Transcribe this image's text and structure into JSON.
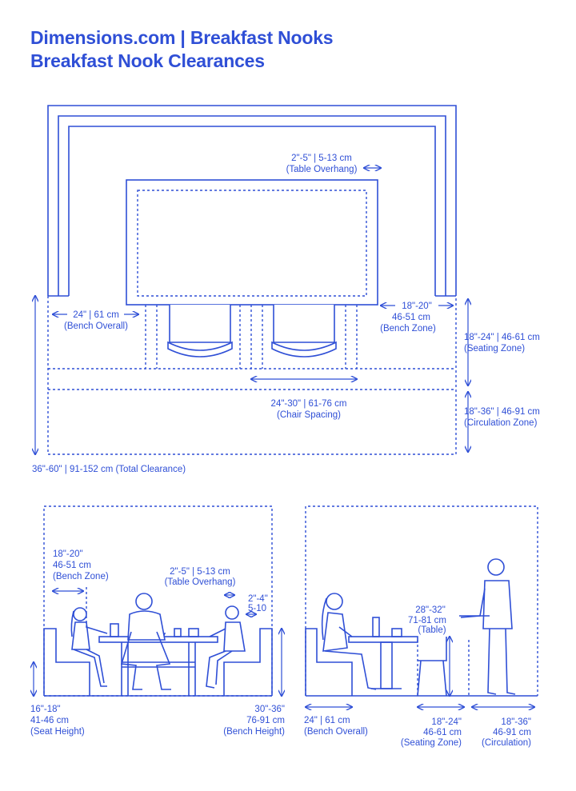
{
  "header": {
    "title": "Dimensions.com | Breakfast Nooks",
    "subtitle": "Breakfast Nook Clearances"
  },
  "plan": {
    "table_overhang": {
      "value": "2\"-5\" | 5-13 cm",
      "caption": "(Table Overhang)"
    },
    "bench_overall": {
      "value": "24\" | 61 cm",
      "caption": "(Bench Overall)"
    },
    "bench_zone": {
      "value": "18\"-20\"",
      "value_cm": "46-51 cm",
      "caption": "(Bench Zone)"
    },
    "seating_zone": {
      "value": "18\"-24\" | 46-61 cm",
      "caption": "(Seating Zone)"
    },
    "chair_spacing": {
      "value": "24\"-30\" | 61-76 cm",
      "caption": "(Chair Spacing)"
    },
    "circulation_zone": {
      "value": "18\"-36\" | 46-91 cm",
      "caption": "(Circulation Zone)"
    },
    "total_clearance": "36\"-60\" | 91-152 cm (Total Clearance)"
  },
  "front_elevation": {
    "bench_zone": {
      "value": "18\"-20\"",
      "value_cm": "46-51 cm",
      "caption": "(Bench Zone)"
    },
    "table_overhang": {
      "value": "2\"-5\" | 5-13 cm",
      "caption": "(Table Overhang)"
    },
    "small_overhang": {
      "value": "2\"-4\"",
      "value_cm": "5-10"
    },
    "seat_height": {
      "value": "16\"-18\"",
      "value_cm": "41-46 cm",
      "caption": "(Seat Height)"
    },
    "bench_height": {
      "value": "30\"-36\"",
      "value_cm": "76-91 cm",
      "caption": "(Bench Height)"
    }
  },
  "side_elevation": {
    "table_height": {
      "value": "28\"-32\"",
      "value_cm": "71-81 cm",
      "caption": "(Table)"
    },
    "bench_overall": {
      "value": "24\" | 61 cm",
      "caption": "(Bench Overall)"
    },
    "seating_zone": {
      "value": "18\"-24\"",
      "value_cm": "46-61 cm",
      "caption": "(Seating Zone)"
    },
    "circulation": {
      "value": "18\"-36\"",
      "value_cm": "46-91 cm",
      "caption": "(Circulation)"
    }
  },
  "colors": {
    "accent": "#2f4fd6",
    "background": "#ffffff"
  }
}
